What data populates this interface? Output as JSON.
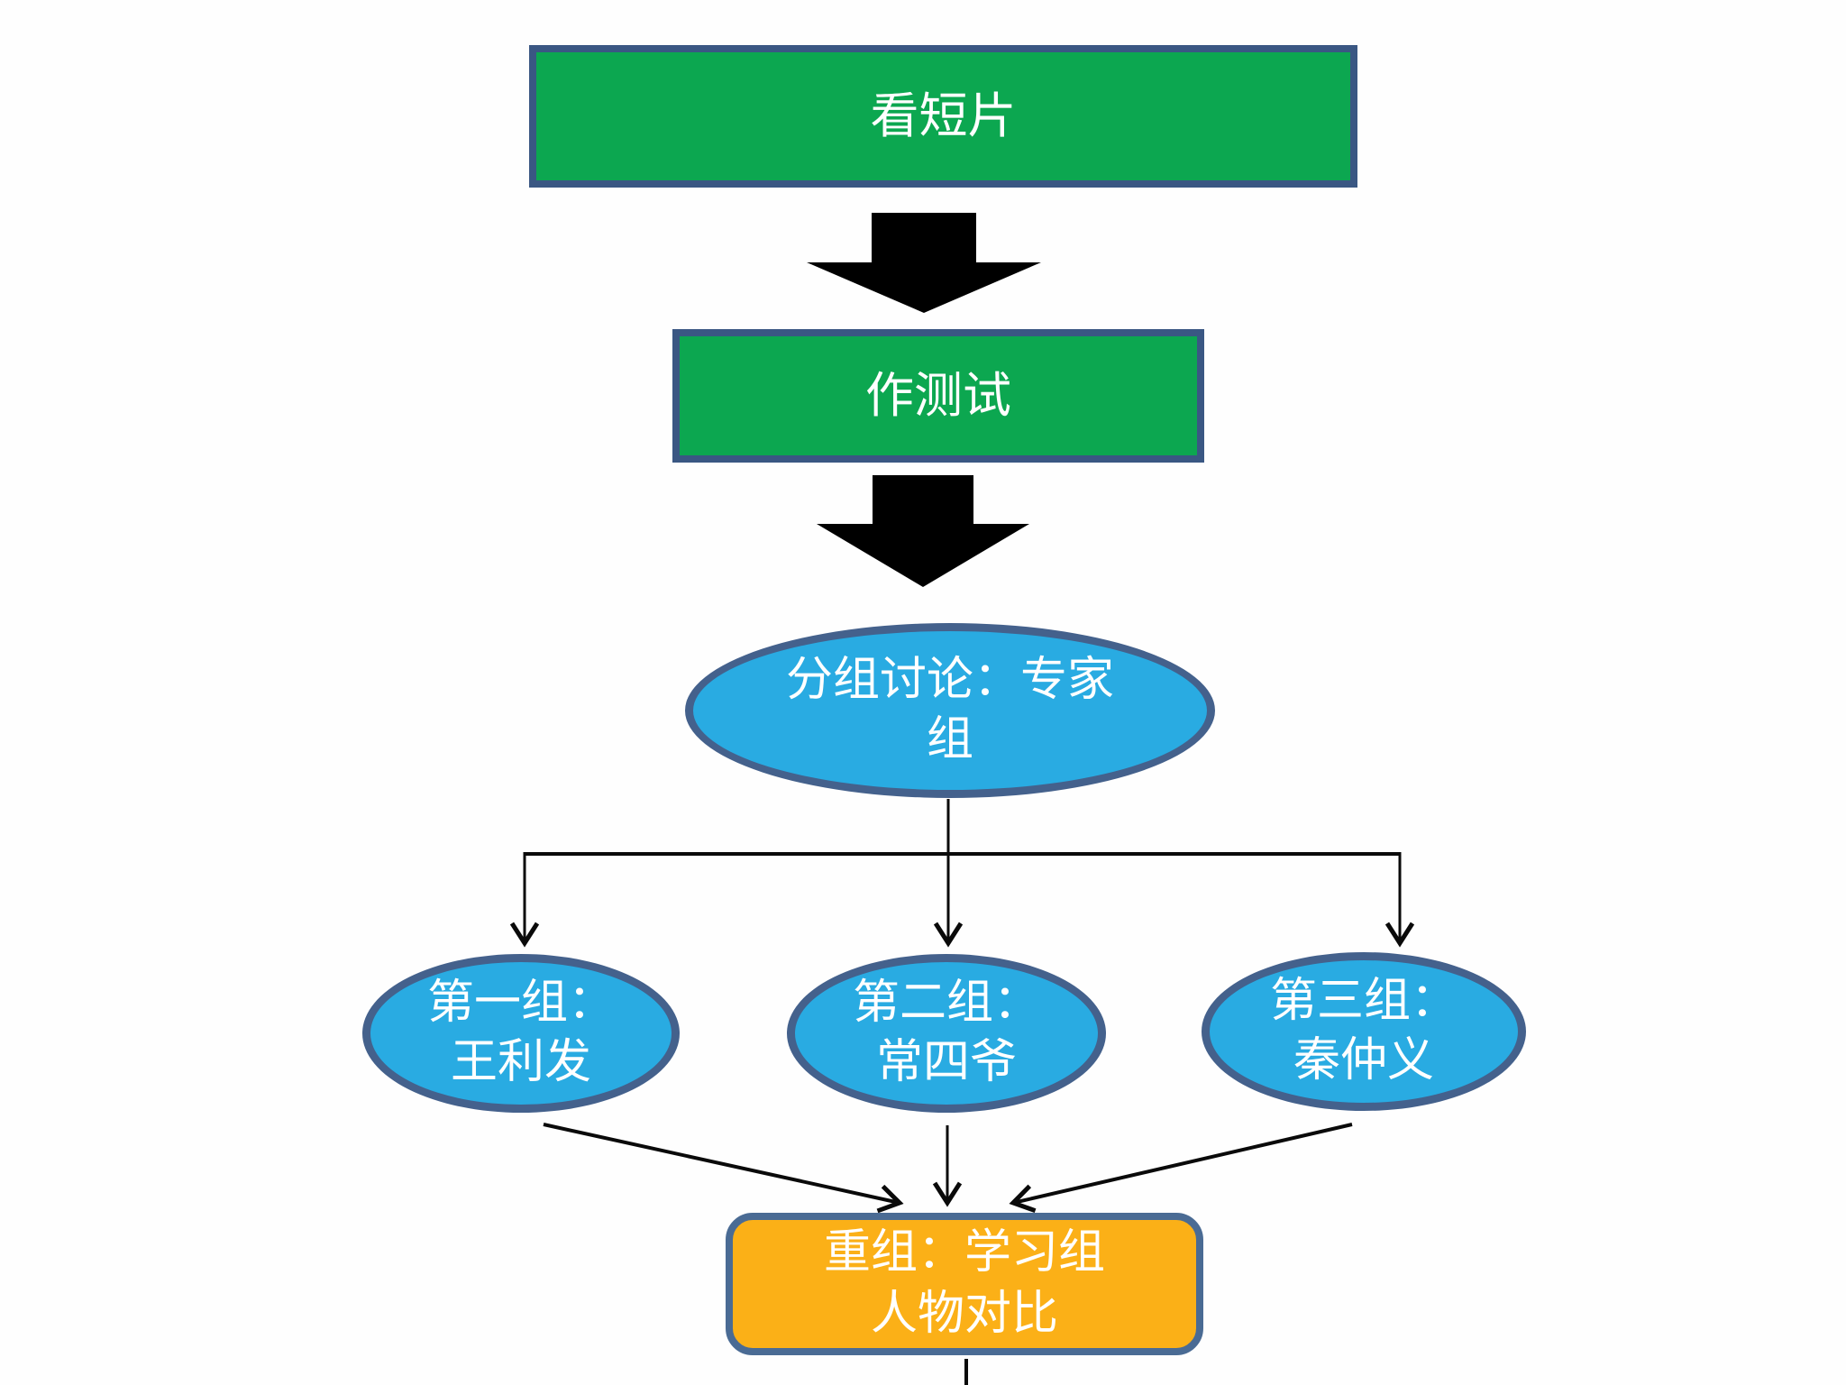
{
  "nodes": {
    "watch_clip": {
      "label": "看短片"
    },
    "take_test": {
      "label": "作测试"
    },
    "expert_group": {
      "line1": "分组讨论：专家",
      "line2": "组"
    },
    "group1": {
      "line1": "第一组：",
      "line2": "王利发"
    },
    "group2": {
      "line1": "第二组：",
      "line2": "常四爷"
    },
    "group3": {
      "line1": "第三组：",
      "line2": "秦仲义"
    },
    "regroup": {
      "line1": "重组：学习组",
      "line2": "人物对比"
    }
  },
  "colors": {
    "process_fill": "#0CA750",
    "process_border": "#3A5783",
    "ellipse_fill": "#29ABE2",
    "ellipse_border": "#44618C",
    "regroup_fill": "#FBB017",
    "regroup_border": "#4A6B94",
    "connector": "#000000",
    "block_arrow": "#000000",
    "text": "#FFFFFF",
    "background": "#FFFFFF"
  }
}
